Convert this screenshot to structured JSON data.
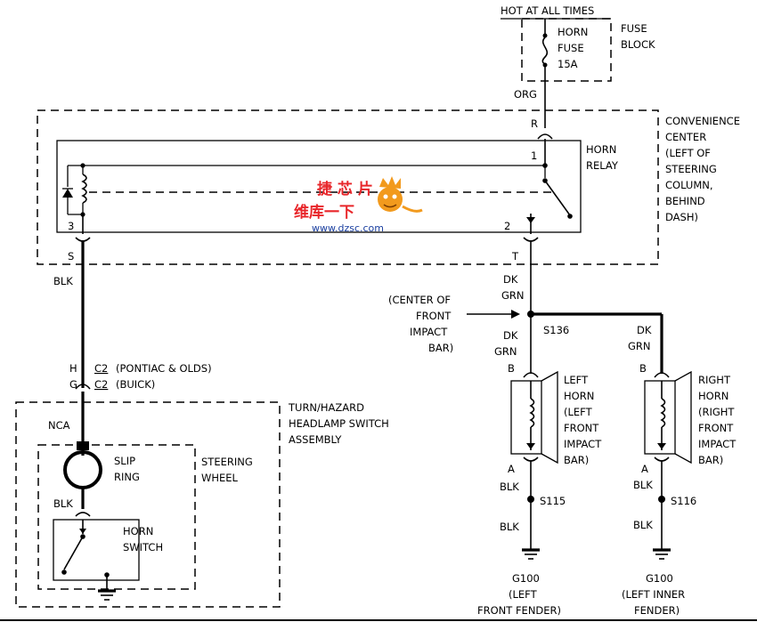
{
  "labels": {
    "hot_at_all_times": "HOT AT ALL TIMES",
    "fuse_line1": "HORN",
    "fuse_line2": "FUSE",
    "fuse_line3": "15A",
    "fuse_block_1": "FUSE",
    "fuse_block_2": "BLOCK",
    "org": "ORG",
    "pin_r": "R",
    "convenience": [
      "CONVENIENCE",
      "CENTER",
      "(LEFT OF",
      "STEERING",
      "COLUMN,",
      "BEHIND",
      "DASH)"
    ],
    "horn_relay_1": "HORN",
    "horn_relay_2": "RELAY",
    "pin_1": "1",
    "pin_2": "2",
    "pin_3": "3",
    "pin_s": "S",
    "pin_t": "T",
    "blk_main": "BLK",
    "dk_1": "DK",
    "grn_1": "GRN",
    "center_front": [
      "(CENTER OF",
      "FRONT",
      "IMPACT",
      "BAR)"
    ],
    "s136": "S136",
    "dk_2": "DK",
    "grn_2": "GRN",
    "dk_3": "DK",
    "grn_3": "GRN",
    "h": "H",
    "g": "G",
    "c2_a": "C2",
    "c2_b": "C2",
    "pontiac": "(PONTIAC & OLDS)",
    "buick": "(BUICK)",
    "turn_hazard": [
      "TURN/HAZARD",
      "HEADLAMP SWITCH",
      "ASSEMBLY"
    ],
    "nca": "NCA",
    "slip_ring_1": "SLIP",
    "slip_ring_2": "RING",
    "steering_1": "STEERING",
    "steering_2": "WHEEL",
    "blk_slip": "BLK",
    "horn_switch_1": "HORN",
    "horn_switch_2": "SWITCH",
    "b_left": "B",
    "b_right": "B",
    "left_horn": [
      "LEFT",
      "HORN",
      "(LEFT",
      "FRONT",
      "IMPACT",
      "BAR)"
    ],
    "right_horn": [
      "RIGHT",
      "HORN",
      "(RIGHT",
      "FRONT",
      "IMPACT",
      "BAR)"
    ],
    "a_left": "A",
    "a_right": "A",
    "blk_l1": "BLK",
    "blk_l2": "BLK",
    "blk_r1": "BLK",
    "blk_r2": "BLK",
    "s115": "S115",
    "s116": "S116",
    "g100_left": [
      "G100",
      "(LEFT",
      "FRONT FENDER)"
    ],
    "g100_right": [
      "G100",
      "(LEFT INNER",
      "FENDER)"
    ]
  },
  "watermark": {
    "cn_top": "捷 芯 片",
    "cn_main": "维库一下",
    "url": "www.dzsc.com"
  },
  "colors": {
    "ink": "#000000",
    "watermark_red": "#e8262a",
    "watermark_blue": "#1a3fa0",
    "watermark_orange": "#f29a1d"
  }
}
